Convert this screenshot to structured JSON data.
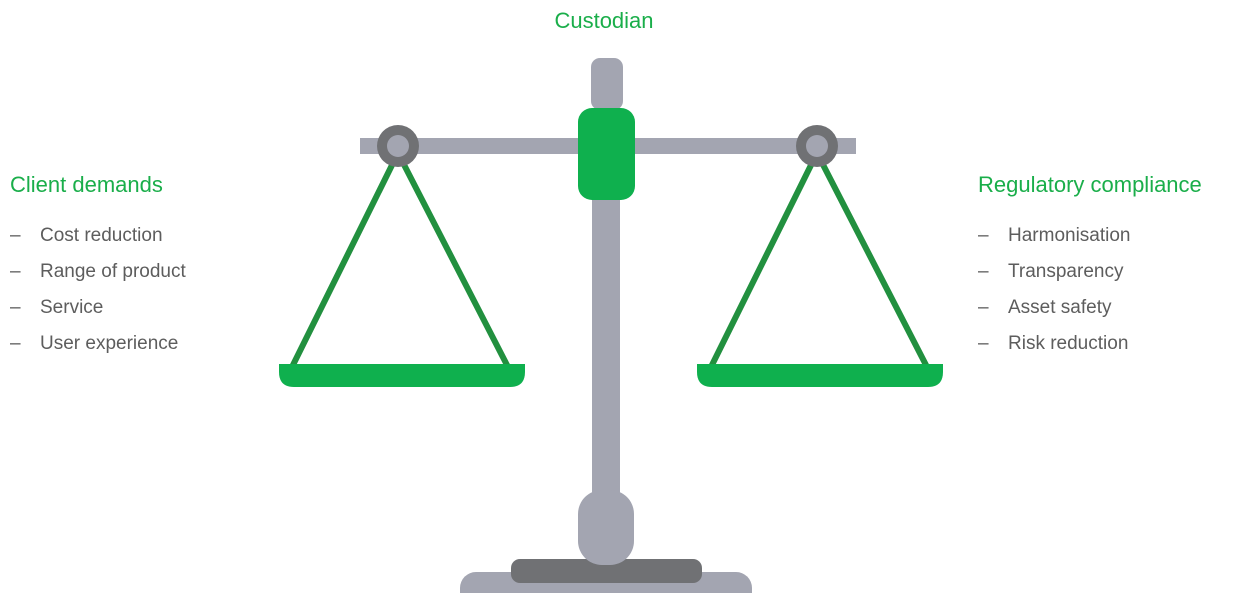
{
  "title": "Custodian",
  "left": {
    "heading": "Client demands",
    "items": [
      "Cost reduction",
      "Range of product",
      "Service",
      "User experience"
    ]
  },
  "right": {
    "heading": "Regulatory compliance",
    "items": [
      "Harmonisation",
      "Transparency",
      "Asset safety",
      "Risk reduction"
    ]
  },
  "colors": {
    "accent": "#1aae4a",
    "frame": "#a3a5b1",
    "dark": "#707174",
    "text": "#5d5d5d"
  },
  "icons": {
    "bullet": "en-dash"
  }
}
